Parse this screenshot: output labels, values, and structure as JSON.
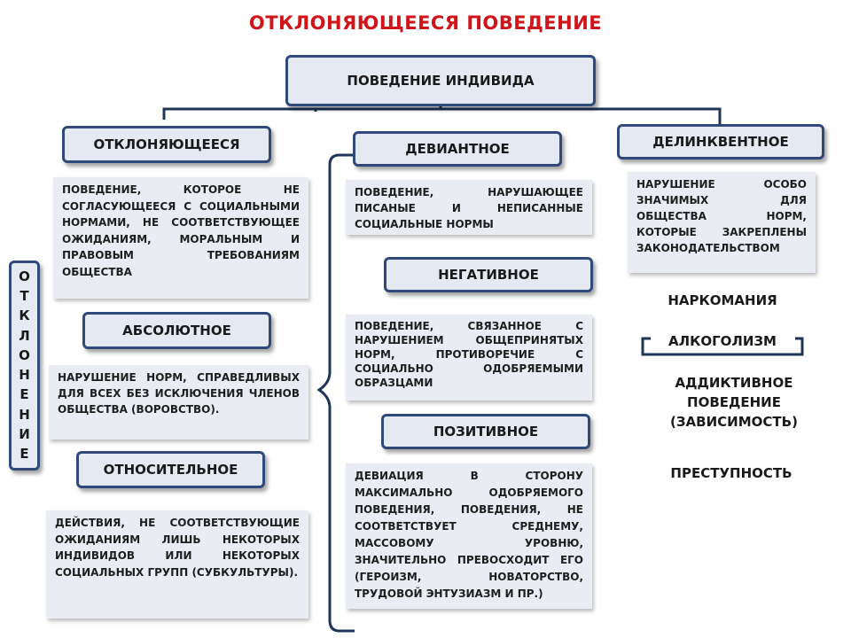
{
  "title": "ОТКЛОНЯЮЩЕЕСЯ ПОВЕДЕНИЕ",
  "root": "ПОВЕДЕНИЕ ИНДИВИДА",
  "otkl": {
    "header": "ОТКЛОНЯЮЩЕЕСЯ",
    "definition": "ПОВЕДЕНИЕ, КОТОРОЕ НЕ СОГЛАСУЮЩЕЕСЯ С СОЦИАЛЬНЫМИ НОРМАМИ, НЕ СООТВЕТСТВУЮЩЕЕ ОЖИДАНИЯМ, МОРАЛЬНЫМ И ПРАВОВЫМ ТРЕБОВАНИЯМ ОБЩЕСТВА",
    "absolute_header": "АБСОЛЮТНОЕ",
    "absolute_text": "НАРУШЕНИЕ НОРМ, СПРАВЕДЛИВЫХ ДЛЯ ВСЕХ БЕЗ ИСКЛЮЧЕНИЯ ЧЛЕНОВ ОБЩЕСТВА (ВОРОВСТВО).",
    "relative_header": "ОТНОСИТЕЛЬНОЕ",
    "relative_text": "ДЕЙСТВИЯ, НЕ СООТВЕТСТВУЮЩИЕ ОЖИДАНИЯМ ЛИШЬ НЕКОТОРЫХ ИНДИВИДОВ ИЛИ НЕКОТОРЫХ СОЦИАЛЬНЫХ ГРУПП (СУБКУЛЬТУРЫ)."
  },
  "side_label": [
    "О",
    "Т",
    "К",
    "Л",
    "О",
    "Н",
    "Е",
    "Н",
    "И",
    "Е"
  ],
  "deviant": {
    "header": "ДЕВИАНТНОЕ",
    "definition": "ПОВЕДЕНИЕ, НАРУШАЮЩЕЕ ПИСАНЫЕ И НЕПИСАННЫЕ СОЦИАЛЬНЫЕ НОРМЫ",
    "negative_header": "НЕГАТИВНОЕ",
    "negative_text": "ПОВЕДЕНИЕ, СВЯЗАННОЕ С НАРУШЕНИЕМ ОБЩЕПРИНЯТЫХ НОРМ, ПРОТИВОРЕЧИЕ С СОЦИАЛЬНО ОДОБРЯЕМЫМИ ОБРАЗЦАМИ",
    "positive_header": "ПОЗИТИВНОЕ",
    "positive_text": "ДЕВИАЦИЯ В СТОРОНУ МАКСИМАЛЬНО ОДОБРЯЕМОГО ПОВЕДЕНИЯ, ПОВЕДЕНИЯ, НЕ СООТВЕТСТВУЕТ СРЕДНЕМУ, МАССОВОМУ УРОВНЮ, ЗНАЧИТЕЛЬНО ПРЕВОСХОДИТ ЕГО (ГЕРОИЗМ, НОВАТОРСТВО, ТРУДОВОЙ ЭНТУЗИАЗМ И ПР.)"
  },
  "delinq": {
    "header": "ДЕЛИНКВЕНТНОЕ",
    "definition": "НАРУШЕНИЕ ОСОБО ЗНАЧИМЫХ ДЛЯ ОБЩЕСТВА НОРМ, КОТОРЫЕ ЗАКРЕПЛЕНЫ ЗАКОНОДАТЕЛЬСТВОМ",
    "narkomania": "НАРКОМАНИЯ",
    "alkogolizm": "АЛКОГОЛИЗМ",
    "addictive": "АДДИКТИВНОЕ ПОВЕДЕНИЕ (ЗАВИСИМОСТЬ)",
    "crime": "ПРЕСТУПНОСТЬ"
  }
}
